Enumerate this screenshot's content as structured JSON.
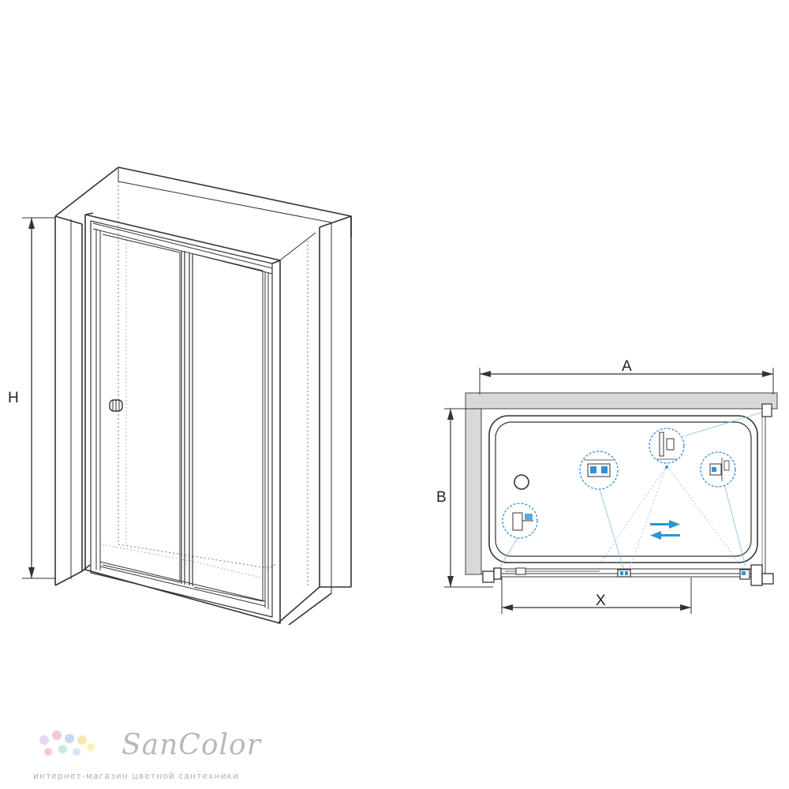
{
  "front_view": {
    "height_label": "H"
  },
  "plan_view": {
    "width_label": "A",
    "depth_label": "B",
    "opening_label": "X"
  },
  "logo": {
    "name": "SanColor",
    "tagline": "интернет-магазин цветной сантехники",
    "dot_colors": [
      "#e7d7f2",
      "#f2c7d8",
      "#c9d9f3",
      "#fbe4b6",
      "#f7c9c9",
      "#cbe9e3",
      "#d7e6f7",
      "#fff0b8"
    ]
  },
  "colors": {
    "line": "#333333",
    "wall_fill": "#d8d8d8",
    "accent": "#2f93d6"
  }
}
